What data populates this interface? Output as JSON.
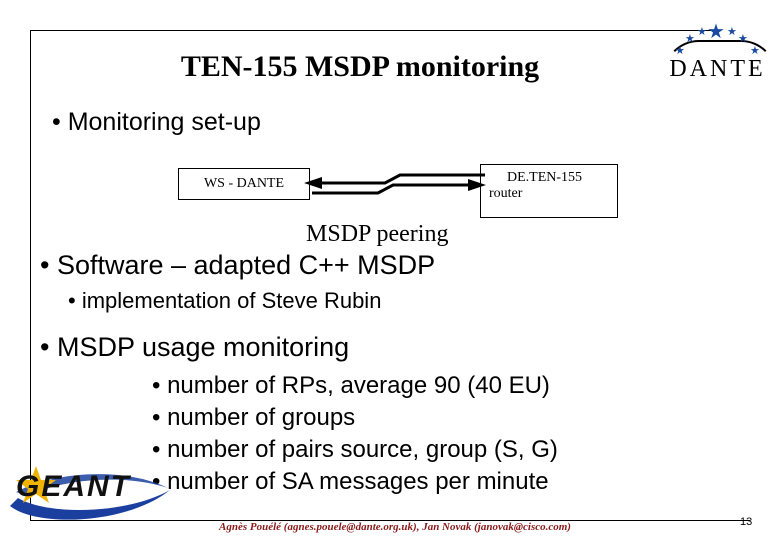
{
  "slide": {
    "title": "TEN-155 MSDP monitoring",
    "page_number": "13",
    "footer": "Agnès Pouélé (agnes.pouele@dante.org.uk), Jan Novak (janovak@cisco.com)"
  },
  "logos": {
    "dante": "DANTE",
    "geant": "GEANT"
  },
  "bullets": [
    {
      "level": 1,
      "text": "• Monitoring set-up"
    },
    {
      "level": 1,
      "text": "• Software – adapted C++  MSDP"
    },
    {
      "level": 2,
      "text": "• implementation of Steve Rubin"
    },
    {
      "level": 1,
      "text": "• MSDP usage monitoring"
    },
    {
      "level": 3,
      "text": "• number of RPs, average 90 (40 EU)"
    },
    {
      "level": 3,
      "text": "• number of groups"
    },
    {
      "level": 3,
      "text": "• number of pairs source, group (S, G)"
    },
    {
      "level": 3,
      "text": "• number of SA messages per minute"
    }
  ],
  "diagram": {
    "ws_node": "WS - DANTE",
    "router_node_line1": "DE.TEN-155",
    "router_node_line2": "router",
    "peering_label": "MSDP peering"
  },
  "colors": {
    "footer_text": "#8a1a1a",
    "dante_star": "#1a4aa0",
    "geant_swoosh": "#1a3f9e",
    "geant_star": "#f0b400"
  }
}
